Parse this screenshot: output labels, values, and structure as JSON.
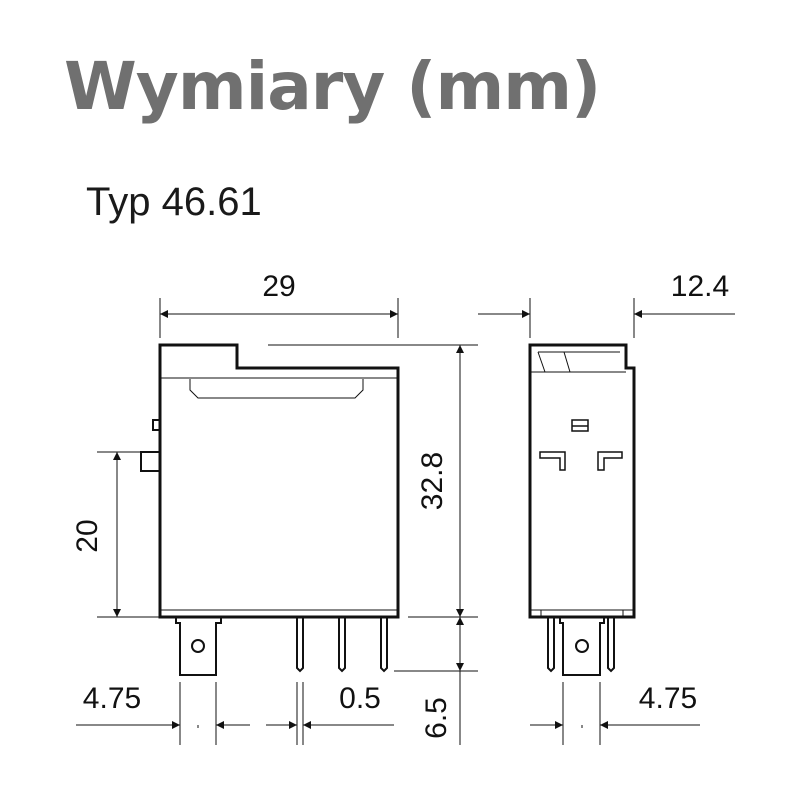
{
  "title": "Wymiary (mm)",
  "subtitle": "Typ 46.61",
  "dimensions": {
    "width": "29",
    "depth": "12.4",
    "height": "32.8",
    "pin_height": "20",
    "left_offset": "4.75",
    "pin_thickness": "0.5",
    "pin_length": "6.5",
    "right_offset": "4.75"
  },
  "colors": {
    "title": "#707070",
    "lines": "#111111"
  }
}
